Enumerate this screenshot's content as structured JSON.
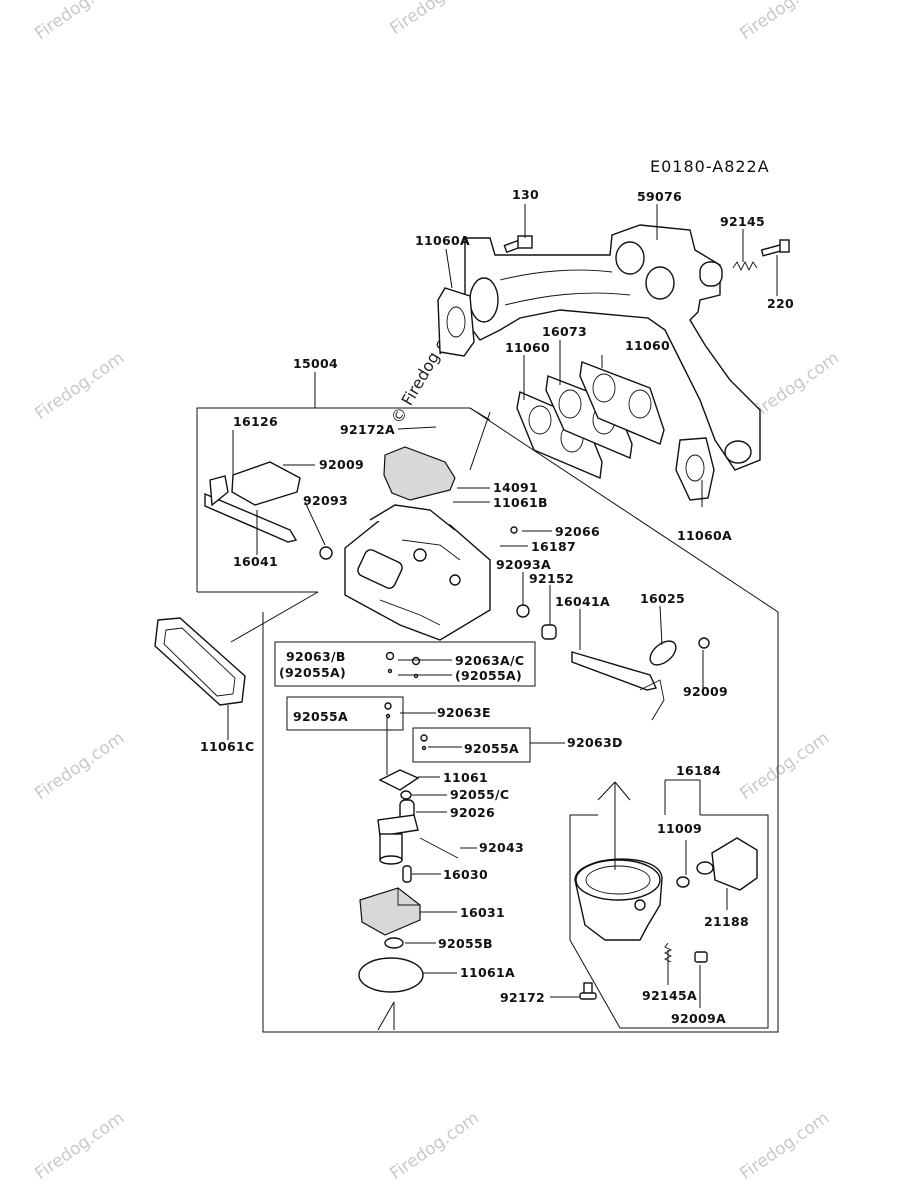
{
  "diagram_code": "E0180-A822A",
  "watermark": "Firedog.com",
  "parts": {
    "p130": "130",
    "p59076": "59076",
    "p92145": "92145",
    "p220": "220",
    "p11060A_top": "11060A",
    "p11060A_bottom": "11060A",
    "p16073": "16073",
    "p11060_left": "11060",
    "p11060_right": "11060",
    "p15004": "15004",
    "p16126": "16126",
    "p92172A": "92172A",
    "p92009_a": "92009",
    "p92093": "92093",
    "p14091": "14091",
    "p11061B": "11061B",
    "p16041": "16041",
    "p92066": "92066",
    "p16187": "16187",
    "p92093A": "92093A",
    "p92152": "92152",
    "p16041A": "16041A",
    "p16025": "16025",
    "p92009_b": "92009",
    "p11061C": "11061C",
    "p92063B": "92063/B",
    "p92055A_paren_left": "(92055A)",
    "p92063AC": "92063A/C",
    "p92055A_paren_right": "(92055A)",
    "p92055A_box": "92055A",
    "p92063E": "92063E",
    "p92055A_d": "92055A",
    "p92063D": "92063D",
    "p11061": "11061",
    "p92055C": "92055/C",
    "p92026": "92026",
    "p92043": "92043",
    "p16030": "16030",
    "p16031": "16031",
    "p92055B": "92055B",
    "p11061A": "11061A",
    "p16184": "16184",
    "p11009": "11009",
    "p21188": "21188",
    "p92145A": "92145A",
    "p92009A": "92009A",
    "p92172": "92172"
  }
}
